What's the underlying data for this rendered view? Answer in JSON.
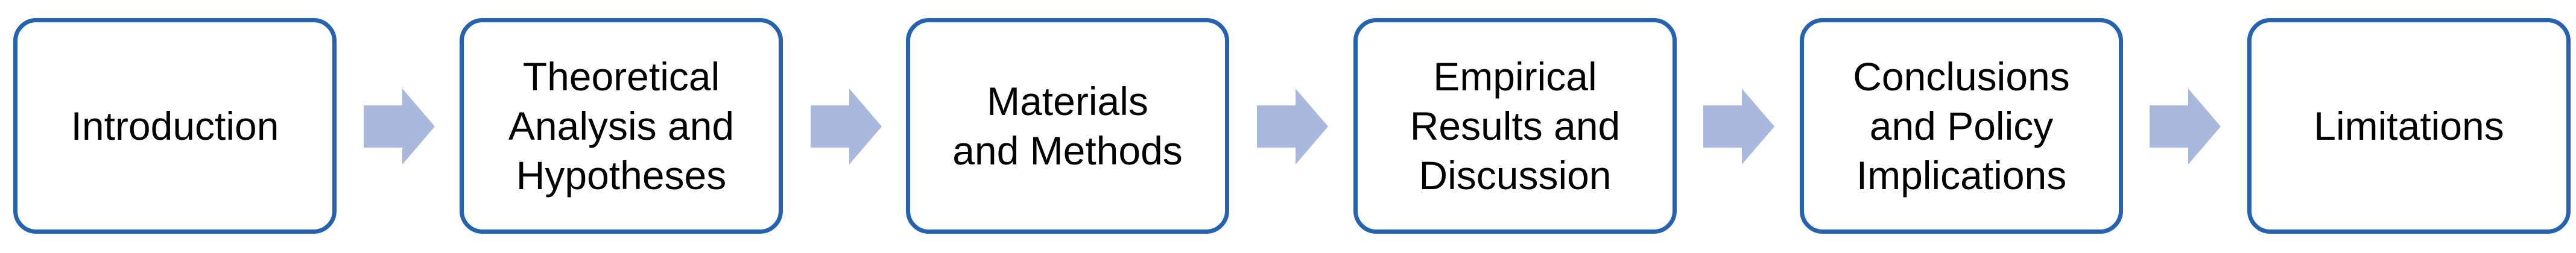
{
  "diagram": {
    "steps": [
      {
        "label": "Introduction"
      },
      {
        "label": "Theoretical\nAnalysis and\nHypotheses"
      },
      {
        "label": "Materials\nand Methods"
      },
      {
        "label": "Empirical\nResults and\nDiscussion"
      },
      {
        "label": "Conclusions\nand Policy\nImplications"
      },
      {
        "label": "Limitations"
      }
    ],
    "arrow_icon": "right-arrow-icon"
  },
  "colors": {
    "box_border": "#2563b0",
    "arrow_fill": "#a9b9de",
    "text": "#000000",
    "background": "#ffffff"
  }
}
